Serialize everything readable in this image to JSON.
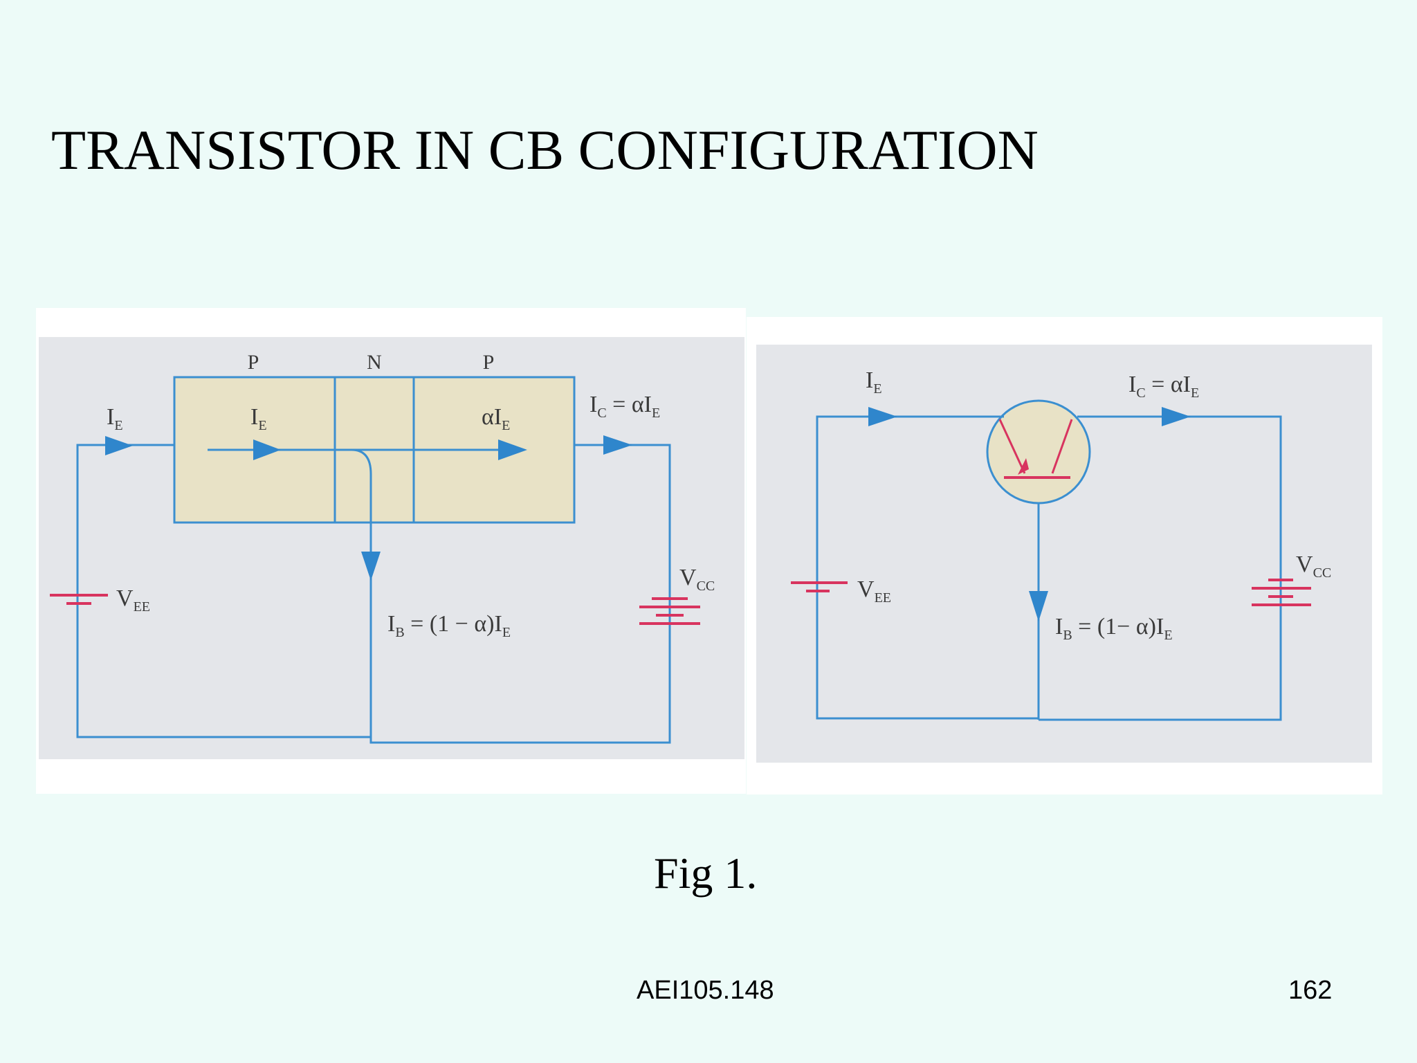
{
  "slide": {
    "title": "TRANSISTOR IN CB CONFIGURATION",
    "caption": "Fig 1.",
    "footer_code": "AEI105.148",
    "page_number": "162"
  },
  "colors": {
    "background": "#edfbf8",
    "wire": "#3b8fd0",
    "arrow": "#2f86cc",
    "battery": "#d8345f",
    "semiconductor": "#e8e2c6",
    "panel_fill": "#e4e6ea"
  },
  "diagram_left": {
    "regions": [
      "P",
      "N",
      "P"
    ],
    "emitter_current": {
      "main": "I",
      "sub": "E"
    },
    "inner_emitter_current": {
      "main": "I",
      "sub": "E"
    },
    "collector_region_current": {
      "main": "αI",
      "sub": "E"
    },
    "collector_current": {
      "main": "I",
      "sub": "C",
      "rest": " = αI",
      "sub2": "E"
    },
    "base_current": {
      "main": "I",
      "sub": "B",
      "rest": " = (1 − α)I",
      "sub2": "E"
    },
    "emitter_supply": {
      "main": "V",
      "sub": "EE"
    },
    "collector_supply": {
      "main": "V",
      "sub": "CC"
    }
  },
  "diagram_right": {
    "emitter_current": {
      "main": "I",
      "sub": "E"
    },
    "collector_current": {
      "main": "I",
      "sub": "C",
      "rest": " = αI",
      "sub2": "E"
    },
    "base_current": {
      "main": "I",
      "sub": "B",
      "rest": " = (1− α)I",
      "sub2": "E"
    },
    "emitter_supply": {
      "main": "V",
      "sub": "EE"
    },
    "collector_supply": {
      "main": "V",
      "sub": "CC"
    }
  }
}
